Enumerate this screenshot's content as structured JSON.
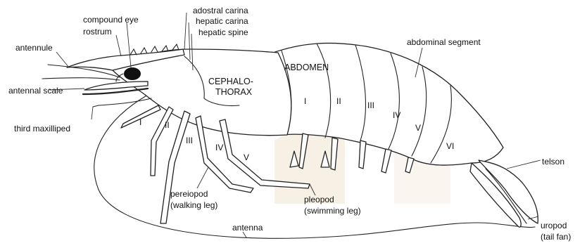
{
  "labels": {
    "compound_eye": "compound eye",
    "rostrum": "rostrum",
    "antennule": "antennule",
    "antennal_scale": "antennal scale",
    "third_maxilliped": "third maxilliped",
    "adostral_carina": "adostral carina",
    "hepatic_carina": "hepatic carina",
    "hepatic_spine": "hepatic spine",
    "cephalothorax_1": "CEPHALO-",
    "cephalothorax_2": "THORAX",
    "abdomen": "ABDOMEN",
    "abdominal_segment": "abdominal segment",
    "telson": "telson",
    "uropod_1": "uropod",
    "uropod_2": "(tail fan)",
    "pereiopod_1": "pereiopod",
    "pereiopod_2": "(walking leg)",
    "pleopod_1": "pleopod",
    "pleopod_2": "(swimming leg)",
    "antenna": "antenna"
  },
  "pereiopod_numerals": [
    "I",
    "II",
    "III",
    "IV",
    "V"
  ],
  "segment_numerals": [
    "I",
    "II",
    "III",
    "IV",
    "V",
    "VI"
  ],
  "colors": {
    "outline": "#222222",
    "background": "#ffffff",
    "watermark": "#f3ead9"
  }
}
